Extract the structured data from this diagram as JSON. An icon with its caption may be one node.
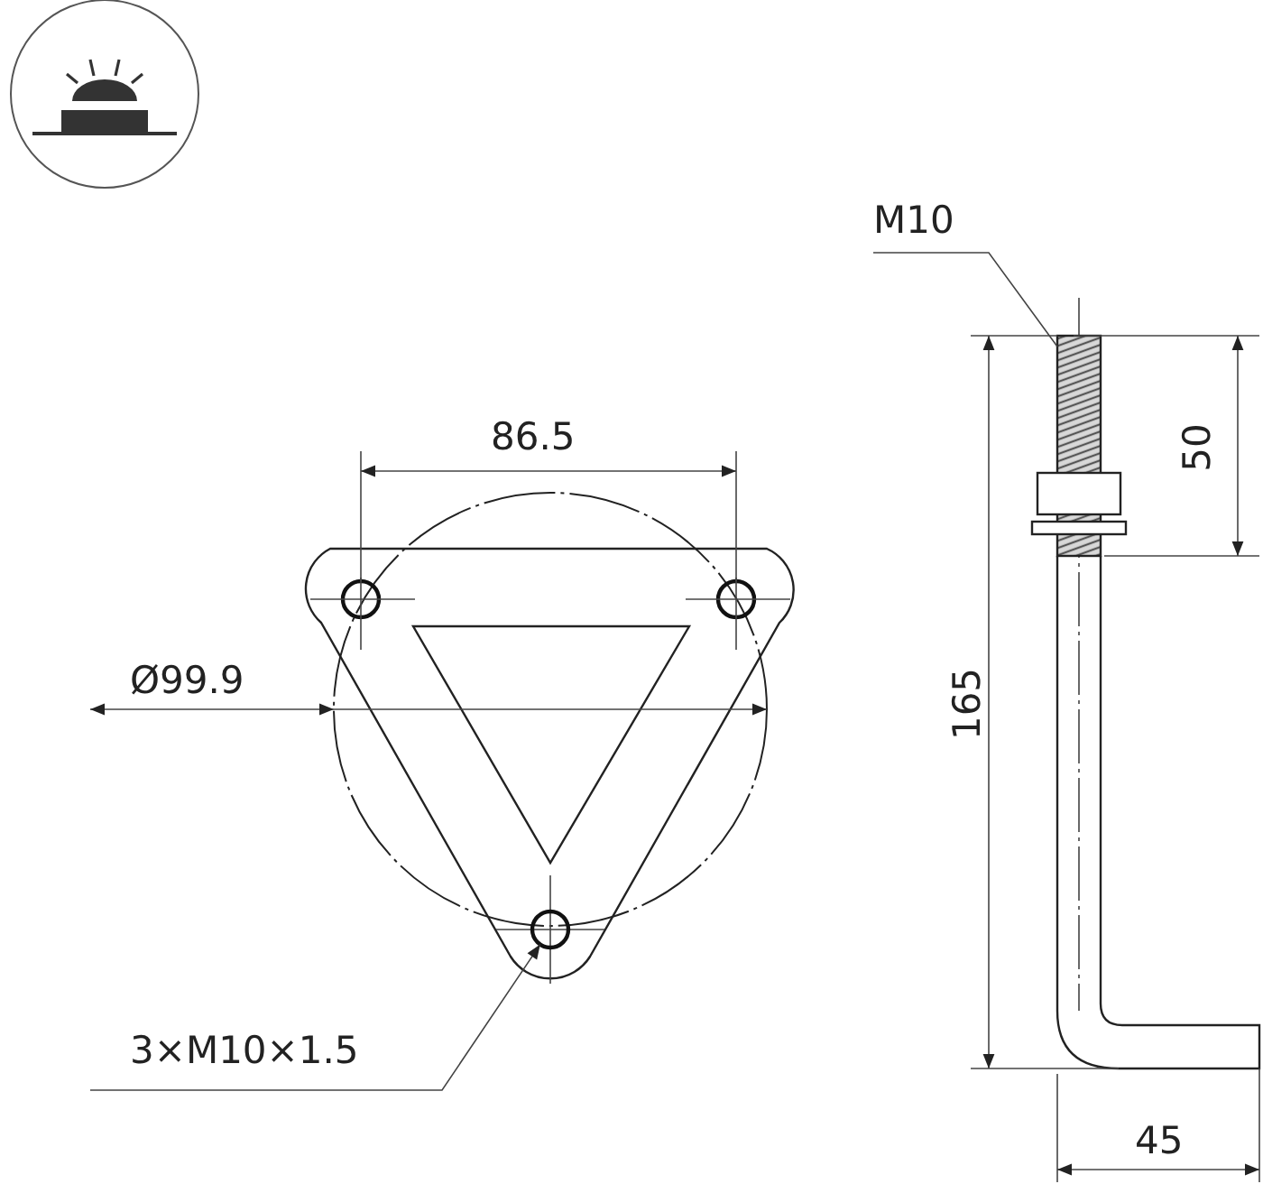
{
  "diagram": {
    "nodes": [
      {
        "text": [
          "M10"
        ]
      },
      {
        "text": [],
        "shape": "picture"
      },
      {
        "text": [
          "3×M10×1.5"
        ]
      },
      {
        "text": [],
        "shape": "circle"
      }
    ],
    "edges": [
      {
        "from": 0,
        "to": 1,
        "arrow": "none"
      },
      {
        "from": 2,
        "to": 3,
        "arrow": "to"
      }
    ],
    "labels": [
      "86.5",
      "Ø99.9",
      "50",
      "165",
      "45"
    ]
  }
}
